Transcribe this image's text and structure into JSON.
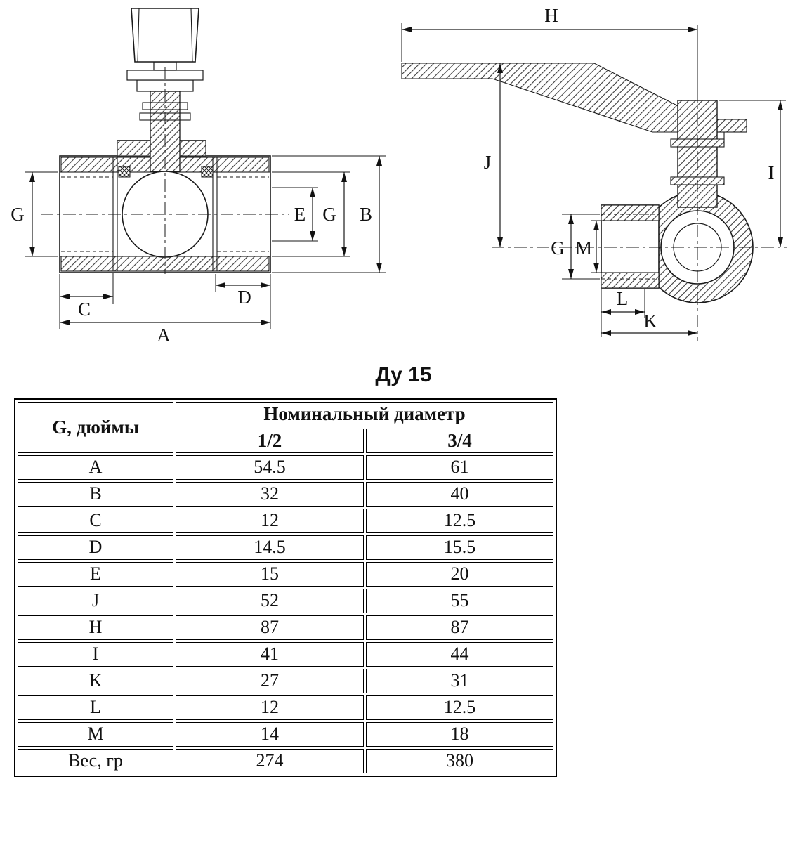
{
  "title": "Ду 15",
  "front_view": {
    "labels": {
      "g_left": "G",
      "e": "E",
      "g_right": "G",
      "b": "B",
      "c": "C",
      "d": "D",
      "a": "A"
    }
  },
  "side_view": {
    "labels": {
      "h": "H",
      "j": "J",
      "g": "G",
      "m": "M",
      "i": "I",
      "l": "L",
      "k": "K"
    }
  },
  "table": {
    "col1_header": "G, дюймы",
    "group_header": "Номинальный диаметр",
    "sub_headers": [
      "1/2",
      "3/4"
    ],
    "rows": [
      {
        "label": "A",
        "d12": "54.5",
        "d34": "61"
      },
      {
        "label": "B",
        "d12": "32",
        "d34": "40"
      },
      {
        "label": "C",
        "d12": "12",
        "d34": "12.5"
      },
      {
        "label": "D",
        "d12": "14.5",
        "d34": "15.5"
      },
      {
        "label": "E",
        "d12": "15",
        "d34": "20"
      },
      {
        "label": "J",
        "d12": "52",
        "d34": "55"
      },
      {
        "label": "H",
        "d12": "87",
        "d34": "87"
      },
      {
        "label": "I",
        "d12": "41",
        "d34": "44"
      },
      {
        "label": "K",
        "d12": "27",
        "d34": "31"
      },
      {
        "label": "L",
        "d12": "12",
        "d34": "12.5"
      },
      {
        "label": "M",
        "d12": "14",
        "d34": "18"
      },
      {
        "label": "Вес, гр",
        "d12": "274",
        "d34": "380"
      }
    ]
  }
}
